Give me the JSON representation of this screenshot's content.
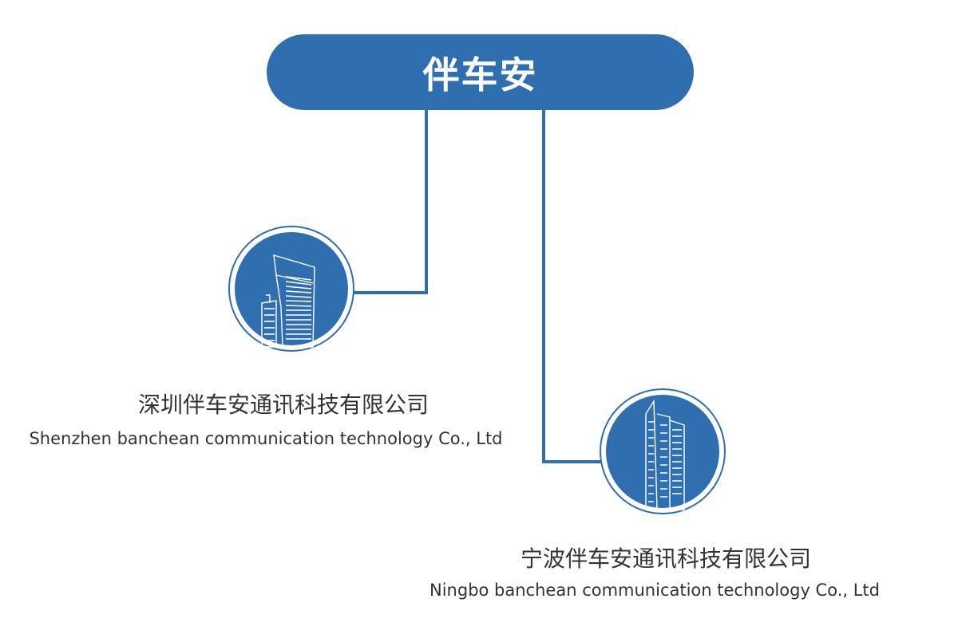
{
  "colors": {
    "accent": "#2f6fb0"
  },
  "root": {
    "label": "伴车安"
  },
  "companies": [
    {
      "name_cn": "深圳伴车安通讯科技有限公司",
      "name_en": "Shenzhen banchean communication technology Co., Ltd",
      "icon": "skyscraper-icon"
    },
    {
      "name_cn": "宁波伴车安通讯科技有限公司",
      "name_en": "Ningbo banchean communication technology Co., Ltd",
      "icon": "tower-building-icon"
    }
  ]
}
